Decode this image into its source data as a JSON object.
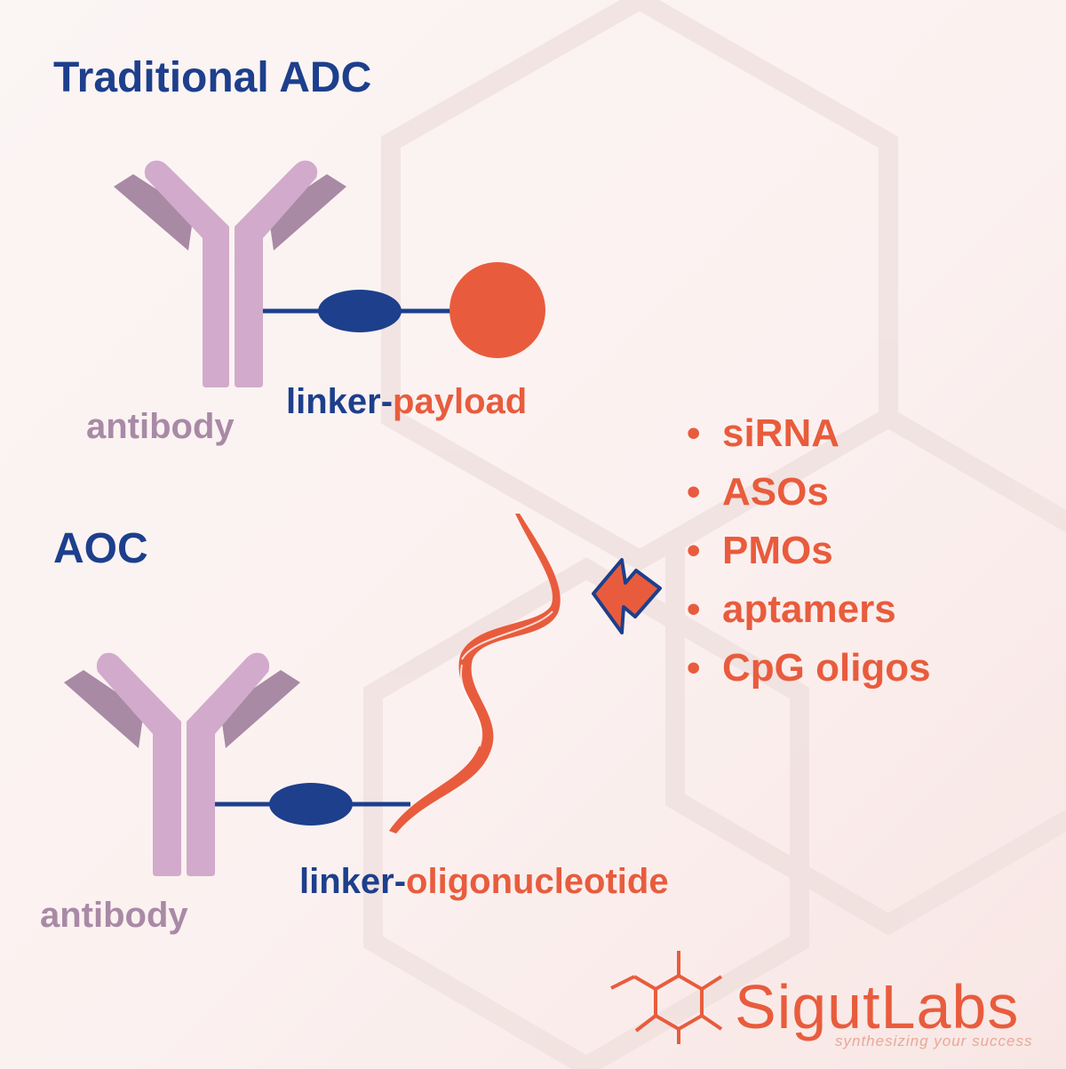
{
  "adc": {
    "title": "Traditional ADC",
    "antibody_label": "antibody",
    "linker_label": "linker-",
    "payload_label": "payload"
  },
  "aoc": {
    "title": "AOC",
    "antibody_label": "antibody",
    "linker_label": "linker-",
    "oligo_label": "oligonucleotide"
  },
  "payload_types": [
    "siRNA",
    "ASOs",
    "PMOs",
    "aptamers",
    "CpG oligos"
  ],
  "brand": {
    "name": "SigutLabs",
    "tagline": "synthesizing your success"
  },
  "colors": {
    "navy": "#1d3f8c",
    "orange": "#e85c3d",
    "antibody_light": "#d2aacb",
    "antibody_dark": "#a88aa5"
  }
}
